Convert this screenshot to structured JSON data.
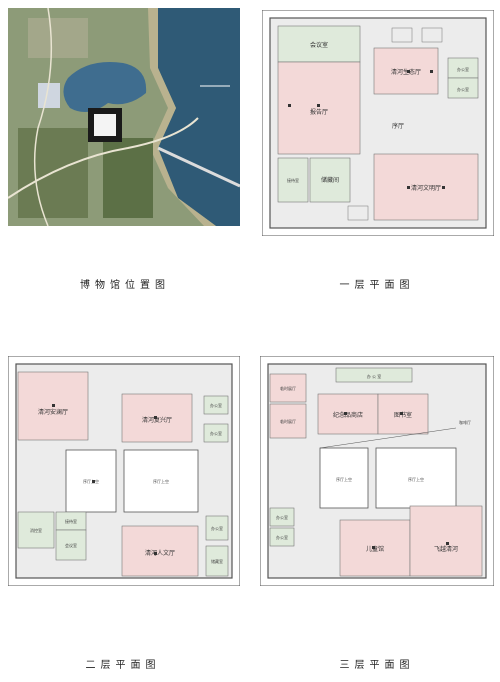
{
  "captions": {
    "site": "博物馆位置图",
    "floor1": "一层平面图",
    "floor2": "二层平面图",
    "floor3": "三层平面图"
  },
  "floor1": {
    "meeting": "会议室",
    "ecology": "清河生态厅",
    "office1": "办公室",
    "office2": "办公室",
    "lecture": "报告厅",
    "lobby": "序厅",
    "reception": "接待室",
    "storage": "储藏间",
    "civilization": "清河文明厅"
  },
  "floor2": {
    "anlan": "清河安澜厅",
    "fuxing": "清河复兴厅",
    "office_top": "办公室",
    "office_right": "办公室",
    "reception": "接待室",
    "monitor": "消控室",
    "meeting": "会议室",
    "renwen": "清河人文厅",
    "storage": "储藏室",
    "void1": "序厅上空",
    "void2": "序厅上空"
  },
  "floor3": {
    "temp1": "临时展厅",
    "temp2": "临时展厅",
    "office_top": "办 公 室",
    "souvenir": "纪念品商店",
    "library": "图书室",
    "cafe": "咖啡厅",
    "void1": "序厅上空",
    "void2": "序厅上空",
    "office1": "办公室",
    "office2": "办公室",
    "children": "儿童馆",
    "feiyue": "飞越清河"
  },
  "colors": {
    "pink": "#f3d9d8",
    "green": "#dfeadb",
    "corridor": "#ececec",
    "wall": "#555555",
    "water": "#2f5a76"
  }
}
